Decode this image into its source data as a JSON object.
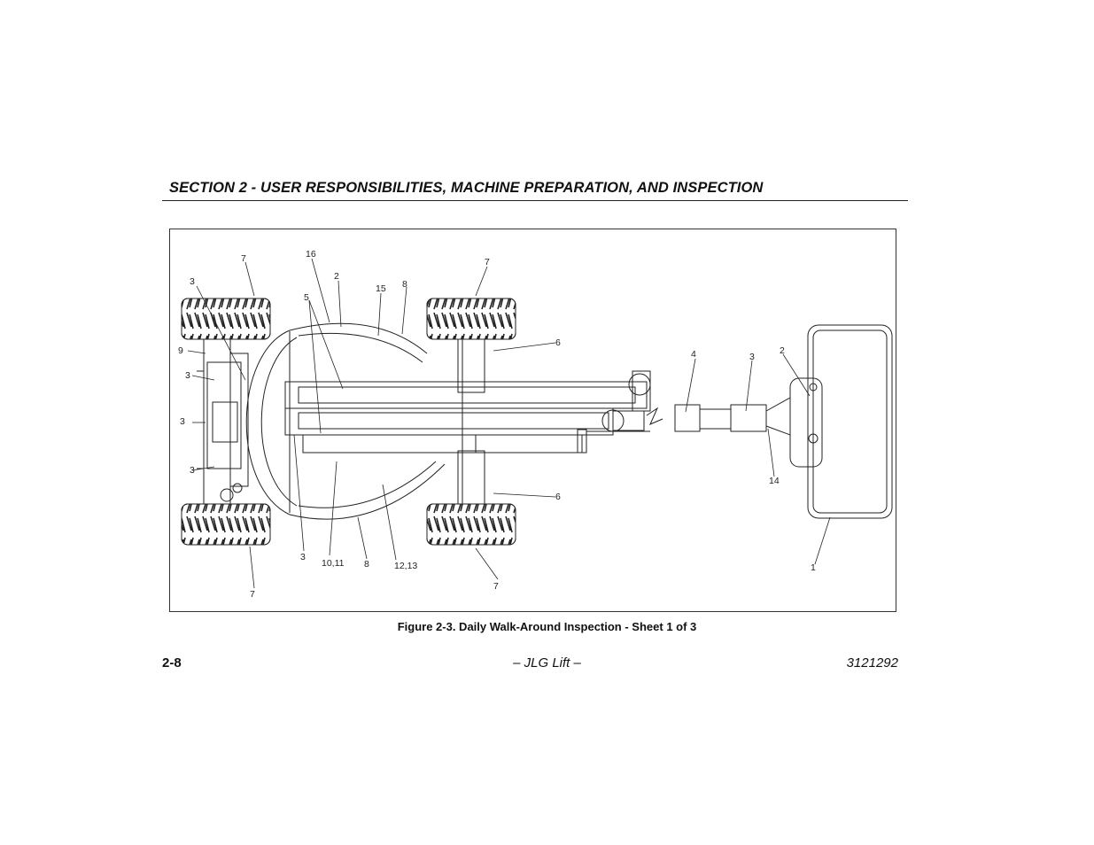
{
  "header": {
    "title": "SECTION 2 - USER RESPONSIBILITIES, MACHINE PREPARATION, AND INSPECTION"
  },
  "figure": {
    "caption": "Figure 2-3. Daily Walk-Around Inspection - Sheet 1 of 3",
    "callouts": [
      "7",
      "16",
      "2",
      "7",
      "3",
      "15",
      "8",
      "5",
      "9",
      "3",
      "6",
      "4",
      "3",
      "2",
      "3",
      "3",
      "6",
      "14",
      "3",
      "10,11",
      "8",
      "12,13",
      "7",
      "1",
      "7"
    ]
  },
  "footer": {
    "page_number": "2-8",
    "center": "– JLG Lift –",
    "doc_number": "3121292"
  }
}
